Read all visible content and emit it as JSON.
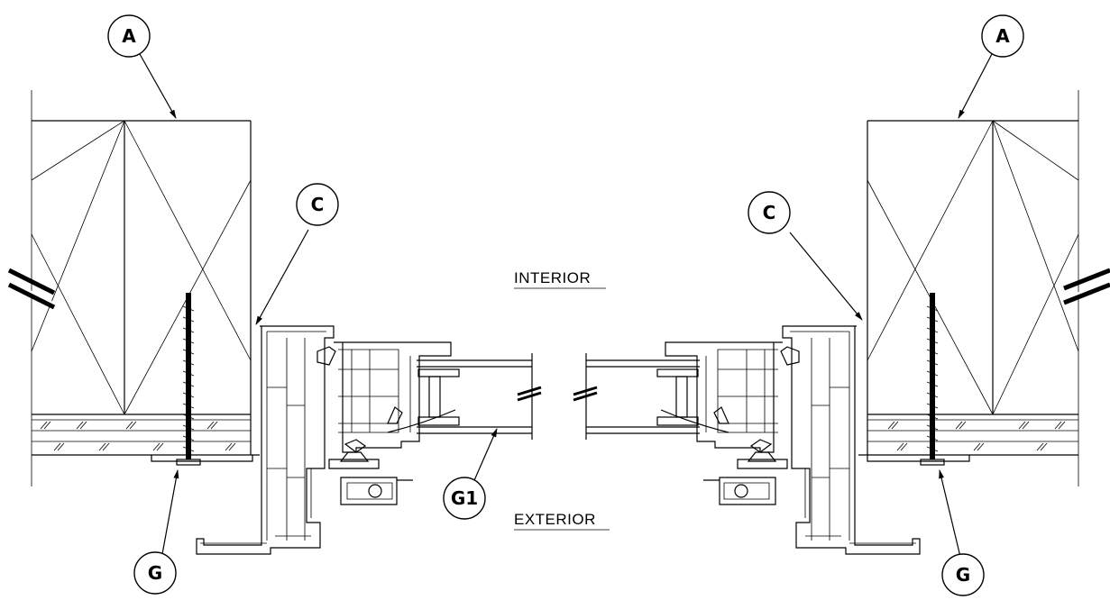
{
  "callouts": {
    "a_left": "A",
    "a_right": "A",
    "c_left": "C",
    "c_right": "C",
    "g_left": "G",
    "g_right": "G",
    "g1": "G1"
  },
  "notes": {
    "interior": "INTERIOR",
    "exterior": "EXTERIOR"
  }
}
